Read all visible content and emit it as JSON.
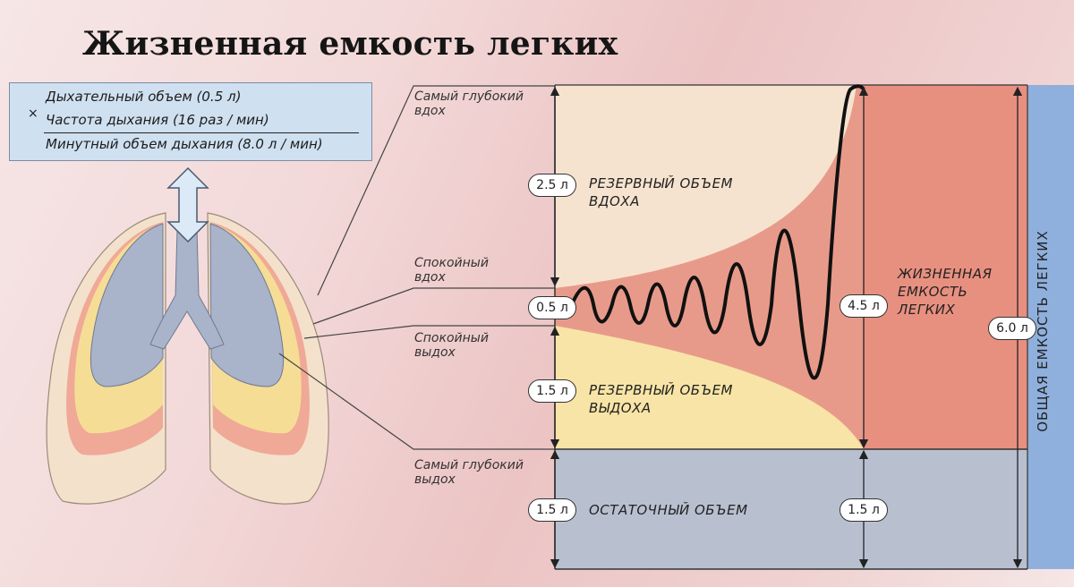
{
  "title": "Жизненная емкость легких",
  "formula": {
    "operator": "×",
    "tidal_volume": "Дыхательный объем (0.5 л)",
    "breathing_rate": "Частота дыхания (16 раз / мин)",
    "minute_volume": "Минутный объем дыхания (8.0 л / мин)"
  },
  "levels": {
    "max_inhale": [
      "Самый глубокий",
      "вдох"
    ],
    "quiet_inhale": [
      "Спокойный",
      "вдох"
    ],
    "quiet_exhale": [
      "Спокойный",
      "выдох"
    ],
    "max_exhale": [
      "Самый глубокий",
      "выдох"
    ]
  },
  "volumes": {
    "inspiratory_reserve": {
      "value": "2.5 л",
      "name": [
        "Резервный объем",
        "вдоха"
      ]
    },
    "tidal": {
      "value": "0.5 л"
    },
    "expiratory_reserve": {
      "value": "1.5 л",
      "name": [
        "Резервный объем",
        "выдоха"
      ]
    },
    "residual": {
      "value": "1.5 л",
      "name": "Остаточный объем",
      "value_right": "1.5 л"
    },
    "vital_capacity": {
      "value": "4.5 л",
      "name": [
        "Жизненная",
        "емкость",
        "легких"
      ]
    },
    "total_capacity": {
      "value": "6.0 л",
      "name": "Общая емкость легких"
    }
  },
  "colors": {
    "inspiratory_reserve": "#f6e3cf",
    "vital_capacity_band": "#e89a8a",
    "expiratory_reserve": "#f8e4a6",
    "residual": "#b8c0d0",
    "total_bar": "#8fb0dc",
    "lung_core": "#a9b3c9"
  }
}
